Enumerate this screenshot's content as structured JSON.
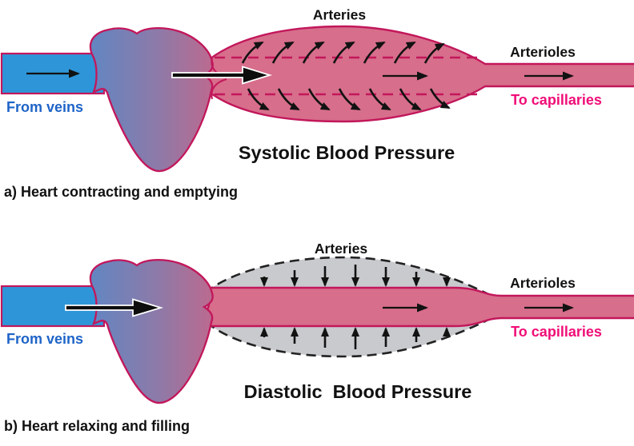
{
  "colors": {
    "vein_blue": "#2E96D8",
    "crimson": "#C2175B",
    "artery_pink": "#D76E8B",
    "gray_fill": "#C9CACE",
    "heart_blue": "#6286C2",
    "heart_rose": "#BC6A8F",
    "label_blue": "#1E64C8",
    "label_magenta": "#F00E78",
    "ink_black": "#111111"
  },
  "panel_a": {
    "arteries_label": "Arteries",
    "arterioles_label": "Arterioles",
    "from_veins_label": "From veins",
    "to_capillaries_label": "To capillaries",
    "title": "Systolic Blood Pressure",
    "caption": "a) Heart contracting and emptying"
  },
  "panel_b": {
    "arteries_label": "Arteries",
    "arterioles_label": "Arterioles",
    "from_veins_label": "From veins",
    "to_capillaries_label": "To capillaries",
    "title": "Diastolic  Blood Pressure",
    "caption": "b) Heart relaxing and filling"
  }
}
